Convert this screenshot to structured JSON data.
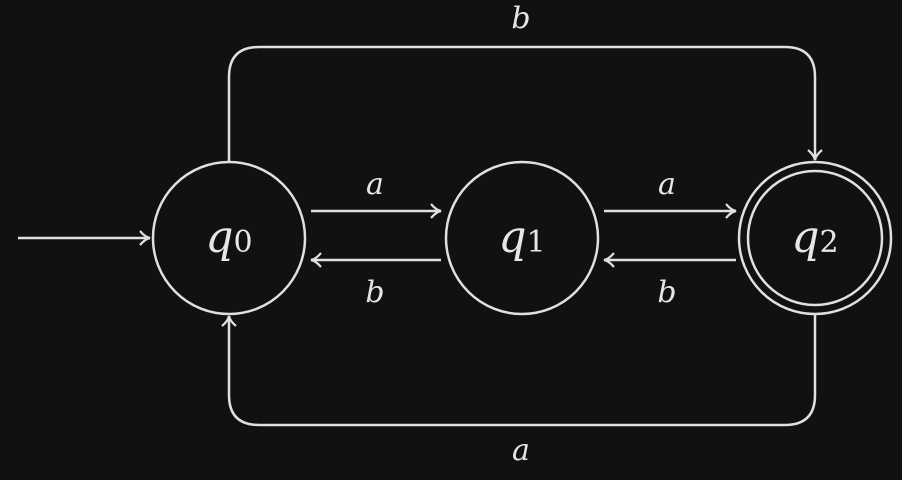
{
  "states": [
    {
      "id": "q0",
      "name": "q",
      "sub": "0",
      "initial": true,
      "accepting": false
    },
    {
      "id": "q1",
      "name": "q",
      "sub": "1",
      "initial": false,
      "accepting": false
    },
    {
      "id": "q2",
      "name": "q",
      "sub": "2",
      "initial": false,
      "accepting": true
    }
  ],
  "transitions": [
    {
      "from": "q0",
      "to": "q1",
      "label": "a"
    },
    {
      "from": "q1",
      "to": "q0",
      "label": "b"
    },
    {
      "from": "q1",
      "to": "q2",
      "label": "a"
    },
    {
      "from": "q2",
      "to": "q1",
      "label": "b"
    },
    {
      "from": "q0",
      "to": "q2",
      "label": "b"
    },
    {
      "from": "q2",
      "to": "q0",
      "label": "a"
    }
  ],
  "colors": {
    "background": "#111111",
    "stroke": "#e0e0e0"
  }
}
